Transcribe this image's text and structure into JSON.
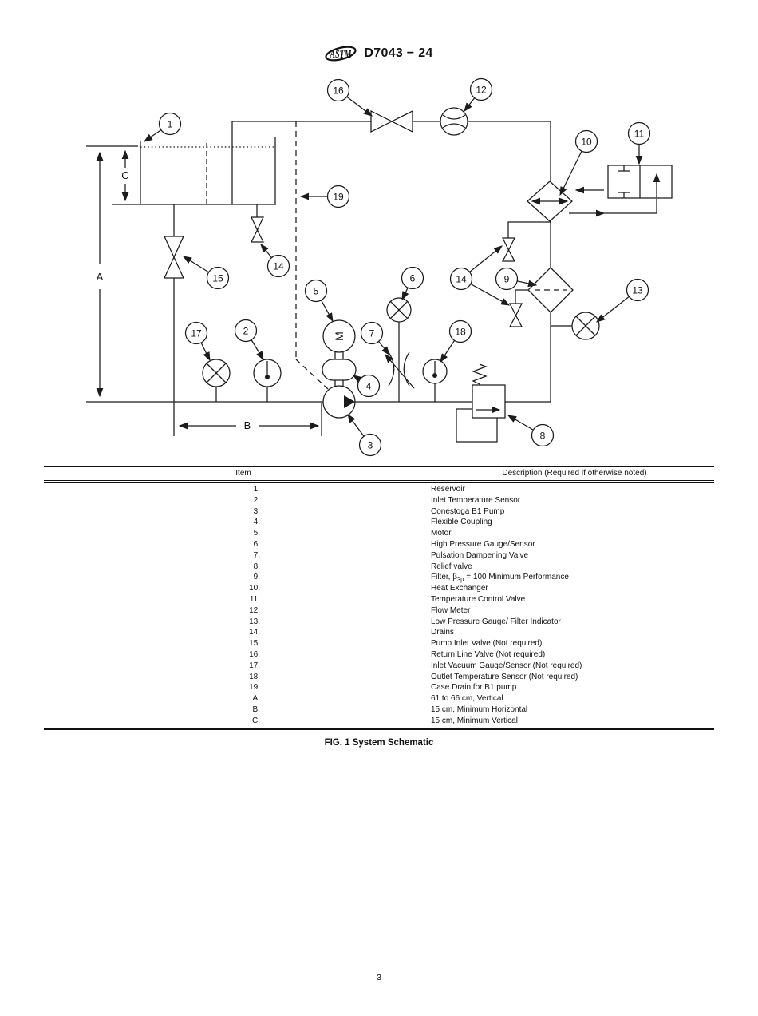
{
  "page": {
    "number": "3"
  },
  "header": {
    "logo_text": "ASTM",
    "title": "D7043 − 24"
  },
  "figure": {
    "caption": "FIG. 1 System Schematic",
    "motor_label": "M",
    "dims": {
      "A": "A",
      "B": "B",
      "C": "C"
    },
    "balloons": [
      "1",
      "16",
      "12",
      "10",
      "11",
      "19",
      "15",
      "14",
      "5",
      "6",
      "14",
      "9",
      "13",
      "17",
      "2",
      "7",
      "18",
      "4",
      "3",
      "8"
    ]
  },
  "table": {
    "headers": {
      "item": "Item",
      "description": "Description (Required if otherwise noted)"
    },
    "rows": [
      {
        "item": "1.",
        "desc": "Reservoir"
      },
      {
        "item": "2.",
        "desc": "Inlet Temperature Sensor"
      },
      {
        "item": "3.",
        "desc": "Conestoga B1 Pump"
      },
      {
        "item": "4.",
        "desc": "Flexible Coupling"
      },
      {
        "item": "5.",
        "desc": "Motor"
      },
      {
        "item": "6.",
        "desc": "High Pressure Gauge/Sensor"
      },
      {
        "item": "7.",
        "desc": "Pulsation Dampening Valve"
      },
      {
        "item": "8.",
        "desc": "Relief valve"
      },
      {
        "item": "9.",
        "desc_parts": [
          "Filter, β",
          "3μ",
          " = 100 Minimum Performance"
        ]
      },
      {
        "item": "10.",
        "desc": "Heat Exchanger"
      },
      {
        "item": "11.",
        "desc": "Temperature Control Valve"
      },
      {
        "item": "12.",
        "desc": "Flow Meter"
      },
      {
        "item": "13.",
        "desc": "Low Pressure Gauge/ Filter Indicator"
      },
      {
        "item": "14.",
        "desc": "Drains"
      },
      {
        "item": "15.",
        "desc": "Pump Inlet Valve (Not required)"
      },
      {
        "item": "16.",
        "desc": "Return Line Valve (Not required)"
      },
      {
        "item": "17.",
        "desc": "Inlet Vacuum Gauge/Sensor (Not required)"
      },
      {
        "item": "18.",
        "desc": "Outlet Temperature Sensor (Not required)"
      },
      {
        "item": "19.",
        "desc": "Case Drain for B1 pump"
      },
      {
        "item": "A.",
        "desc": "61 to 66 cm, Vertical"
      },
      {
        "item": "B.",
        "desc": "15 cm, Minimum Horizontal"
      },
      {
        "item": "C.",
        "desc": "15 cm, Minimum Vertical"
      }
    ]
  }
}
